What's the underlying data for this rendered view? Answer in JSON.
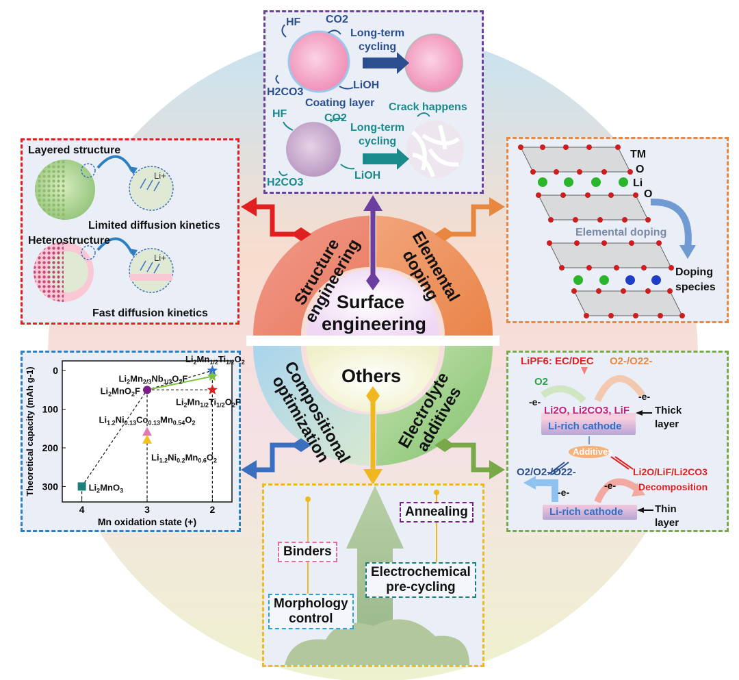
{
  "center": {
    "surface": [
      "Surface",
      "engineering"
    ],
    "others": "Others",
    "structure": "Structure engineering",
    "doping": "Elemental doping",
    "compositional": "Compositional optimization",
    "electrolyte": "Electrolyte additives"
  },
  "surface_panel": {
    "hf": "HF",
    "co2": "CO2",
    "h2co3": "H2CO3",
    "lioh": "LiOH",
    "long_term_cycling": [
      "Long-term",
      "cycling"
    ],
    "coating_layer": "Coating layer",
    "crack_happens": "Crack happens"
  },
  "structure_panel": {
    "layered": "Layered structure",
    "limited": "Limited diffusion kinetics",
    "hetero": "Heterostructure",
    "fast": "Fast diffusion kinetics",
    "li_plus": "Li+"
  },
  "doping_panel": {
    "tm": "TM",
    "o": "O",
    "li": "Li",
    "elemental_doping": "Elemental doping",
    "doping_species": [
      "Doping",
      "species"
    ]
  },
  "chart_panel": {
    "xlabel": "Mn oxidation state (+)",
    "ylabel": "Theoretical capacity (mAh g-1)",
    "x_ticks": [
      "4",
      "3",
      "2"
    ],
    "y_ticks": [
      "0",
      "100",
      "200",
      "300"
    ]
  },
  "chart_data": {
    "type": "scatter",
    "xlabel": "Mn oxidation state (+)",
    "ylabel": "Theoretical capacity (mAh g-1)",
    "x_reversed": true,
    "xlim": [
      4.3,
      1.7
    ],
    "ylim": [
      -25,
      340
    ],
    "points": [
      {
        "label": "Li2MnO3",
        "x": 4,
        "y": 300,
        "color": "#1b7f7a",
        "marker": "square"
      },
      {
        "label": "Li2MnO2F",
        "x": 3,
        "y": 50,
        "color": "#7b1d8a",
        "marker": "circle"
      },
      {
        "label": "Li1.2Ni0.13Co0.13Mn0.54O2",
        "x": 3,
        "y": 160,
        "color": "#e07ab0",
        "marker": "triangle"
      },
      {
        "label": "Li1.2Ni0.2Mn0.6O2",
        "x": 3,
        "y": 180,
        "color": "#f2c218",
        "marker": "triangle"
      },
      {
        "label": "Li2Mn1/2Ti1/2O2",
        "x": 2,
        "y": 0,
        "color": "#2d6fd6",
        "marker": "star"
      },
      {
        "label": "Li2Mn2/3Nb1/3O2F",
        "x": 2,
        "y": 15,
        "color": "#7ac143",
        "marker": "star"
      },
      {
        "label": "Li2Mn1/2Ti1/2O2F",
        "x": 2,
        "y": 50,
        "color": "#e02020",
        "marker": "star"
      }
    ]
  },
  "electrolyte_panel": {
    "lipf6": "LiPF6: EC/DEC",
    "o2_species": "O2-/O22-",
    "o2": "O2",
    "electron": "-e-",
    "products": "Li2O, Li2CO3, LiF",
    "thick_layer": [
      "Thick",
      "layer"
    ],
    "cathode": "Li-rich cathode",
    "additives": "Additives",
    "o2_combo": "O2/O2-/O22-",
    "lio_lif": "Li2O/LiF/Li2CO3",
    "decomposition": "Decomposition",
    "thin_layer": [
      "Thin",
      "layer"
    ]
  },
  "others_panel": {
    "binders": "Binders",
    "annealing": "Annealing",
    "electrochemical": [
      "Electrochemical",
      "pre-cycling"
    ],
    "morphology": [
      "Morphology",
      "control"
    ]
  },
  "colors": {
    "structure": "#e02020",
    "doping": "#e88840",
    "surface": "#6b3fa0",
    "compositional": "#3a6fc0",
    "electrolyte": "#78a848",
    "others": "#f0b820"
  }
}
